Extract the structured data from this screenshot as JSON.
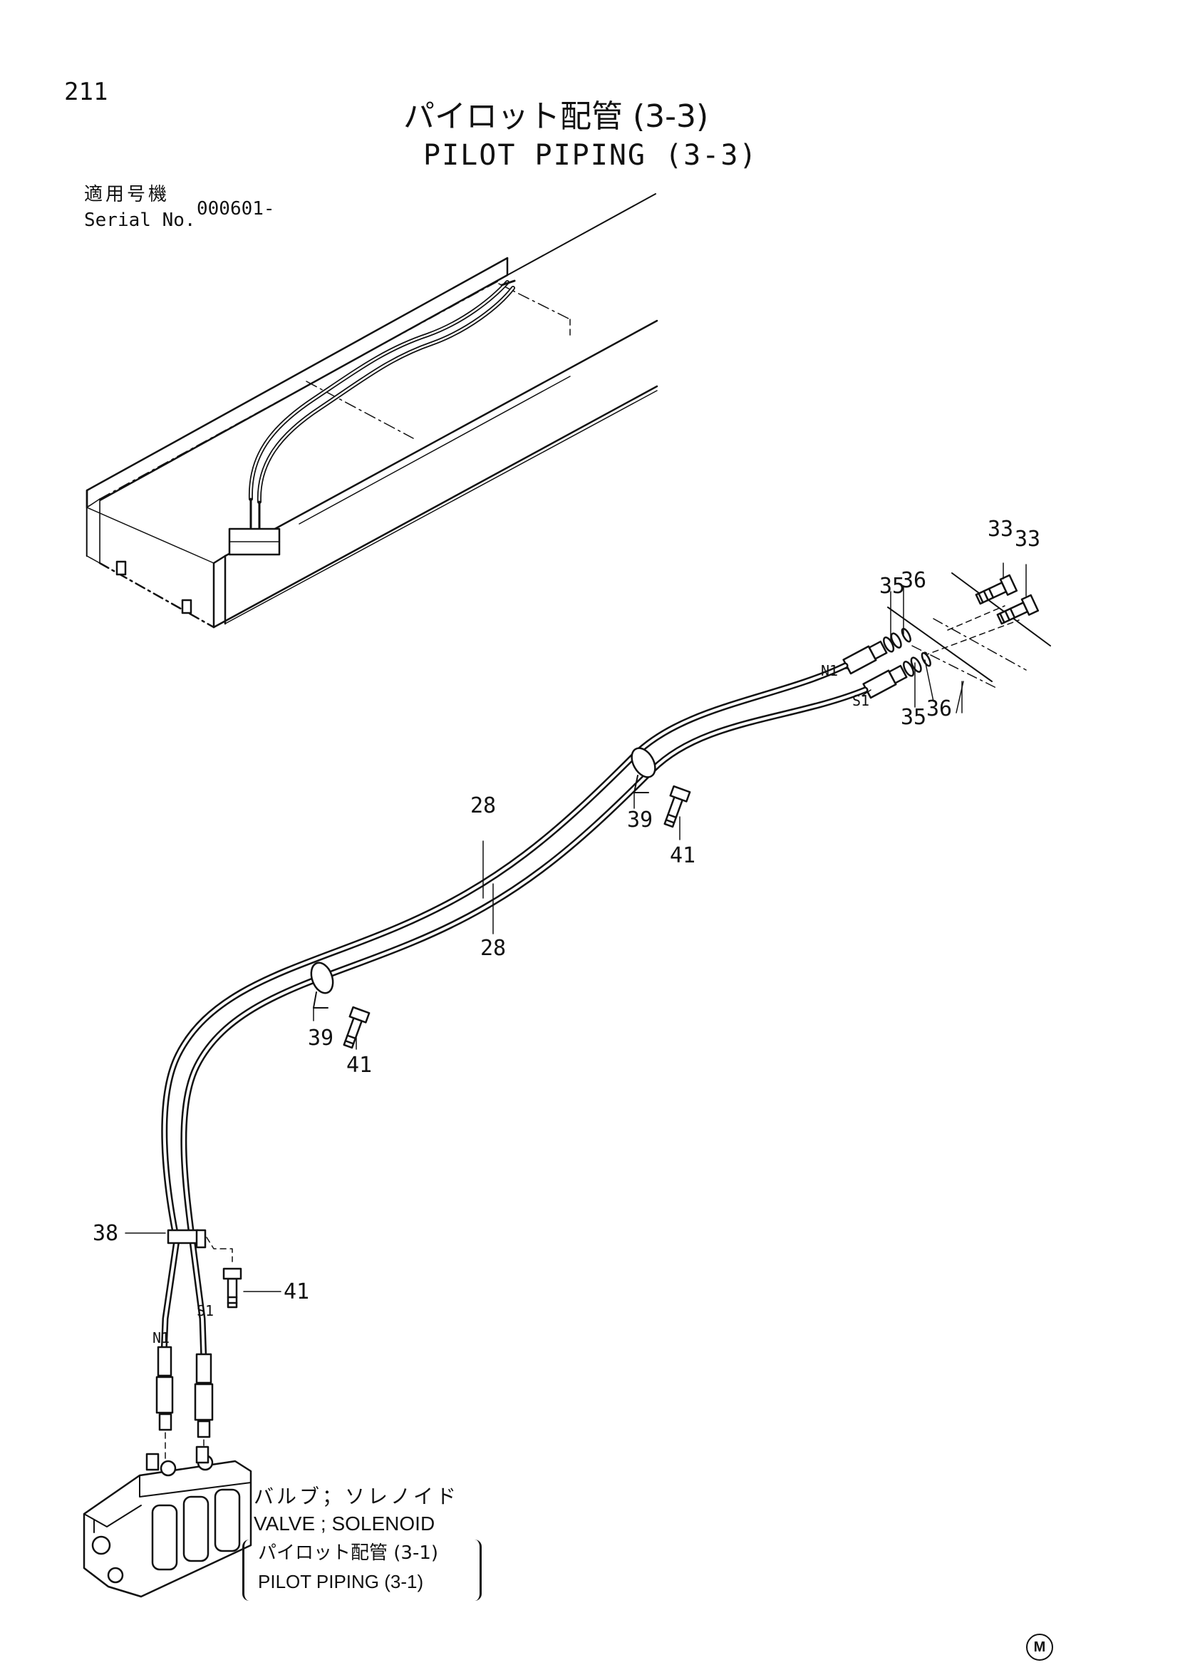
{
  "page": {
    "page_number": "211",
    "title_jp": "パイロット配管 (3-3)",
    "title_en": "PILOT PIPING (3-3)",
    "serial_label_jp": "適用号機",
    "serial_label_en": "Serial No.",
    "serial_value": "000601-"
  },
  "callouts": {
    "c33a": "33",
    "c33b": "33",
    "c35a": "35",
    "c36a": "36",
    "c35b": "35",
    "c36b": "36",
    "n1_top": "N1",
    "s1_top": "S1",
    "c39a": "39",
    "c41a": "41",
    "c28a": "28",
    "c28b": "28",
    "c39b": "39",
    "c41b": "41",
    "c38": "38",
    "c41c": "41",
    "n1_bottom": "N1",
    "s1_bottom": "S1"
  },
  "valve": {
    "label_jp": "バルブ；ソレノイド",
    "label_en": "VALVE ; SOLENOID",
    "ref_jp": "パイロット配管 (3-1)",
    "ref_en": "PILOT PIPING (3-1)"
  },
  "maker_mark": "M"
}
